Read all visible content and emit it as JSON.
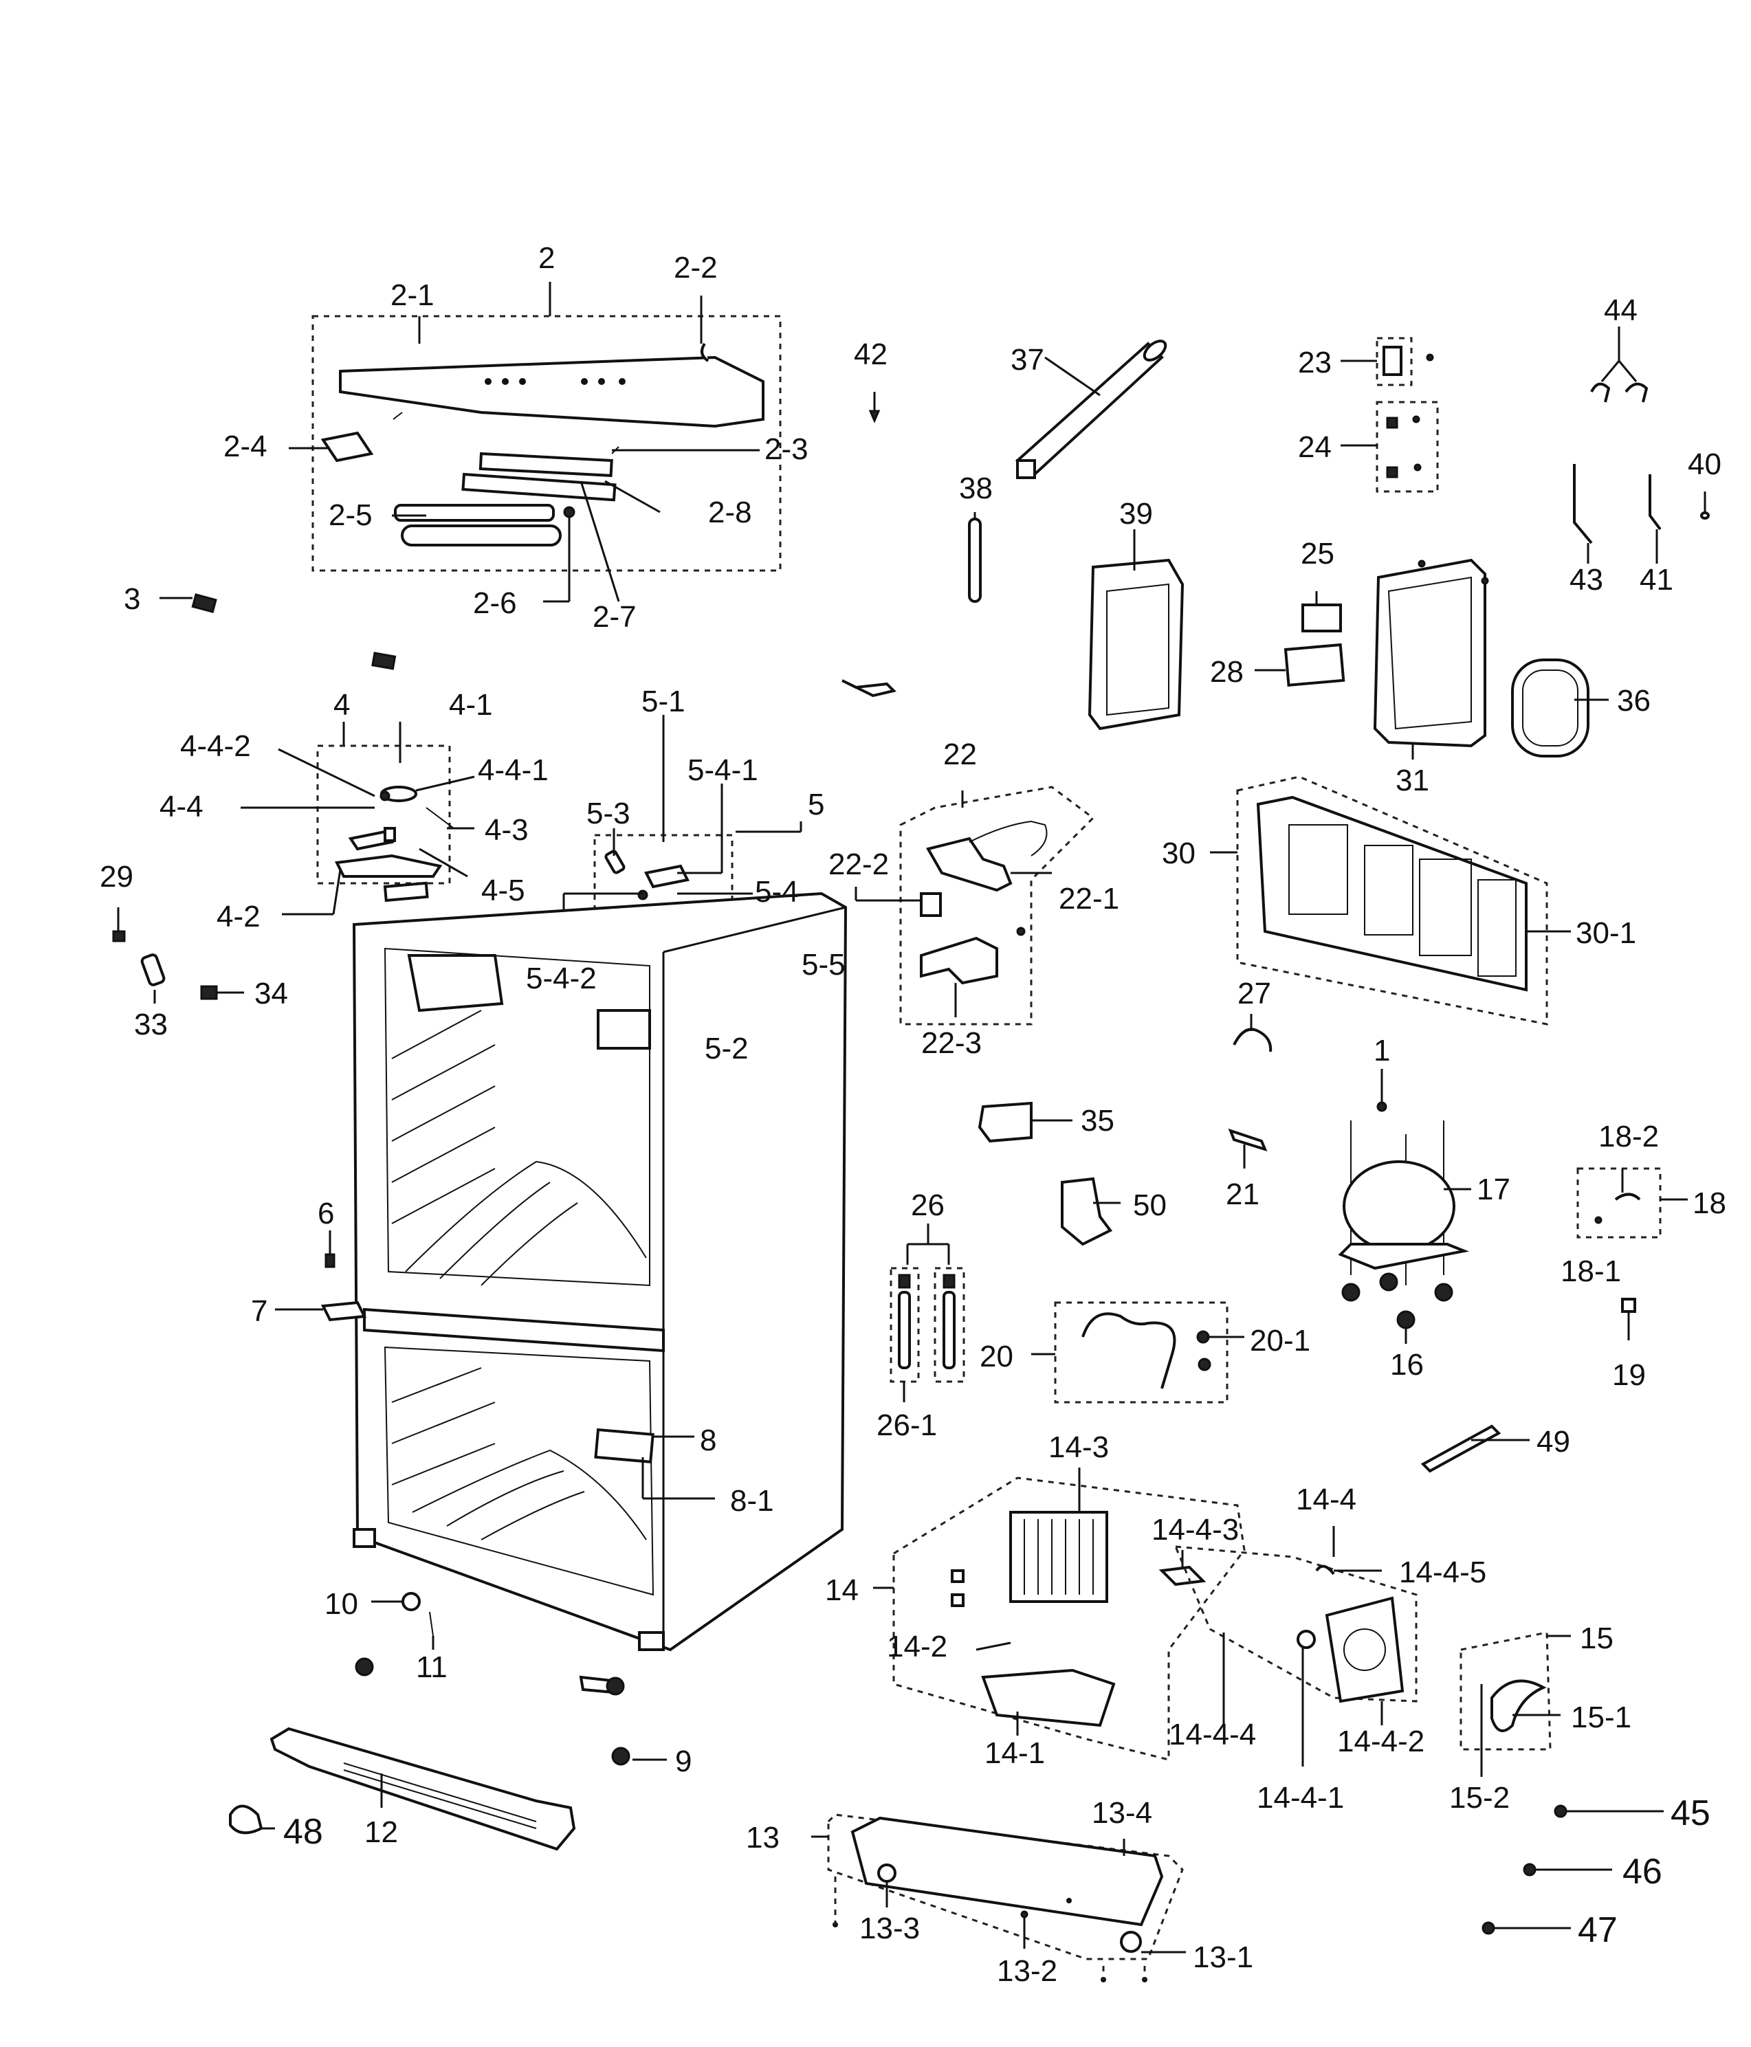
{
  "labels": {
    "l1": "1",
    "l2": "2",
    "l2_1": "2-1",
    "l2_2": "2-2",
    "l2_3": "2-3",
    "l2_4": "2-4",
    "l2_5": "2-5",
    "l2_6": "2-6",
    "l2_7": "2-7",
    "l2_8": "2-8",
    "l3": "3",
    "l4": "4",
    "l4_1": "4-1",
    "l4_2": "4-2",
    "l4_3": "4-3",
    "l4_4": "4-4",
    "l4_4_1": "4-4-1",
    "l4_4_2": "4-4-2",
    "l4_5": "4-5",
    "l5": "5",
    "l5_1": "5-1",
    "l5_2": "5-2",
    "l5_3": "5-3",
    "l5_4": "5-4",
    "l5_4_1": "5-4-1",
    "l5_4_2": "5-4-2",
    "l5_5": "5-5",
    "l6": "6",
    "l7": "7",
    "l8": "8",
    "l8_1": "8-1",
    "l9": "9",
    "l10": "10",
    "l11": "11",
    "l12": "12",
    "l13": "13",
    "l13_1": "13-1",
    "l13_2": "13-2",
    "l13_3": "13-3",
    "l13_4": "13-4",
    "l14": "14",
    "l14_1": "14-1",
    "l14_2": "14-2",
    "l14_3": "14-3",
    "l14_4": "14-4",
    "l14_4_1": "14-4-1",
    "l14_4_2": "14-4-2",
    "l14_4_3": "14-4-3",
    "l14_4_4": "14-4-4",
    "l14_4_5": "14-4-5",
    "l15": "15",
    "l15_1": "15-1",
    "l15_2": "15-2",
    "l16": "16",
    "l17": "17",
    "l18": "18",
    "l18_1": "18-1",
    "l18_2": "18-2",
    "l19": "19",
    "l20": "20",
    "l20_1": "20-1",
    "l21": "21",
    "l22": "22",
    "l22_1": "22-1",
    "l22_2": "22-2",
    "l22_3": "22-3",
    "l23": "23",
    "l24": "24",
    "l25": "25",
    "l26": "26",
    "l26_1": "26-1",
    "l27": "27",
    "l28": "28",
    "l29": "29",
    "l30": "30",
    "l30_1": "30-1",
    "l31": "31",
    "l33": "33",
    "l34": "34",
    "l35": "35",
    "l36": "36",
    "l37": "37",
    "l38": "38",
    "l39": "39",
    "l40": "40",
    "l41": "41",
    "l42": "42",
    "l43": "43",
    "l44": "44",
    "l45": "45",
    "l46": "46",
    "l47": "47",
    "l48": "48",
    "l49": "49",
    "l50": "50"
  }
}
